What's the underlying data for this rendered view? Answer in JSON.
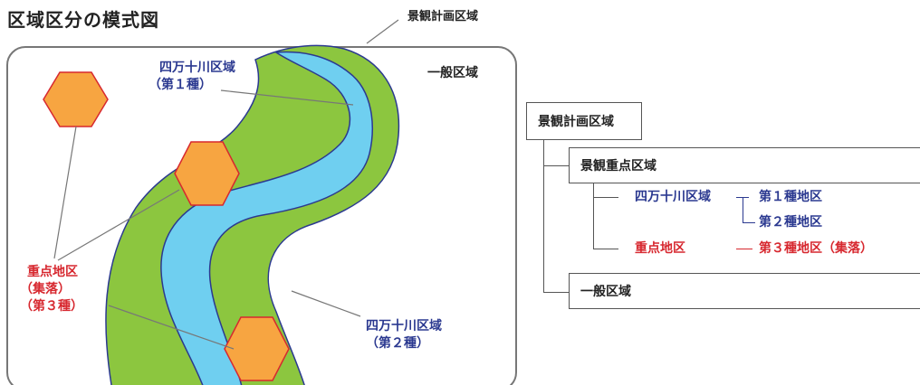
{
  "title": "区域区分の模式図",
  "map": {
    "landscape_plan_area": "景観計画区域",
    "general_area": "一般区域",
    "shimanto_1_line1": "四万十川区域",
    "shimanto_1_line2": "（第１種）",
    "shimanto_2_line1": "四万十川区域",
    "shimanto_2_line2": "（第２種）",
    "key_area_line1": "重点地区",
    "key_area_line2": "（集落）",
    "key_area_line3": "（第３種）"
  },
  "tree": {
    "root": "景観計画区域",
    "landscape_key": "景観重点区域",
    "shimanto": "四万十川区域",
    "type1": "第１種地区",
    "type2": "第２種地区",
    "key_district": "重点地区",
    "type3": "第３種地区（集落）",
    "general": "一般区域"
  },
  "colors": {
    "river": "#6fcff0",
    "riverbank": "#8cc63f",
    "hexagon_fill": "#f7a541",
    "hexagon_stroke": "#d7282f",
    "blue_text": "#2b3990",
    "red_text": "#d7282f"
  }
}
